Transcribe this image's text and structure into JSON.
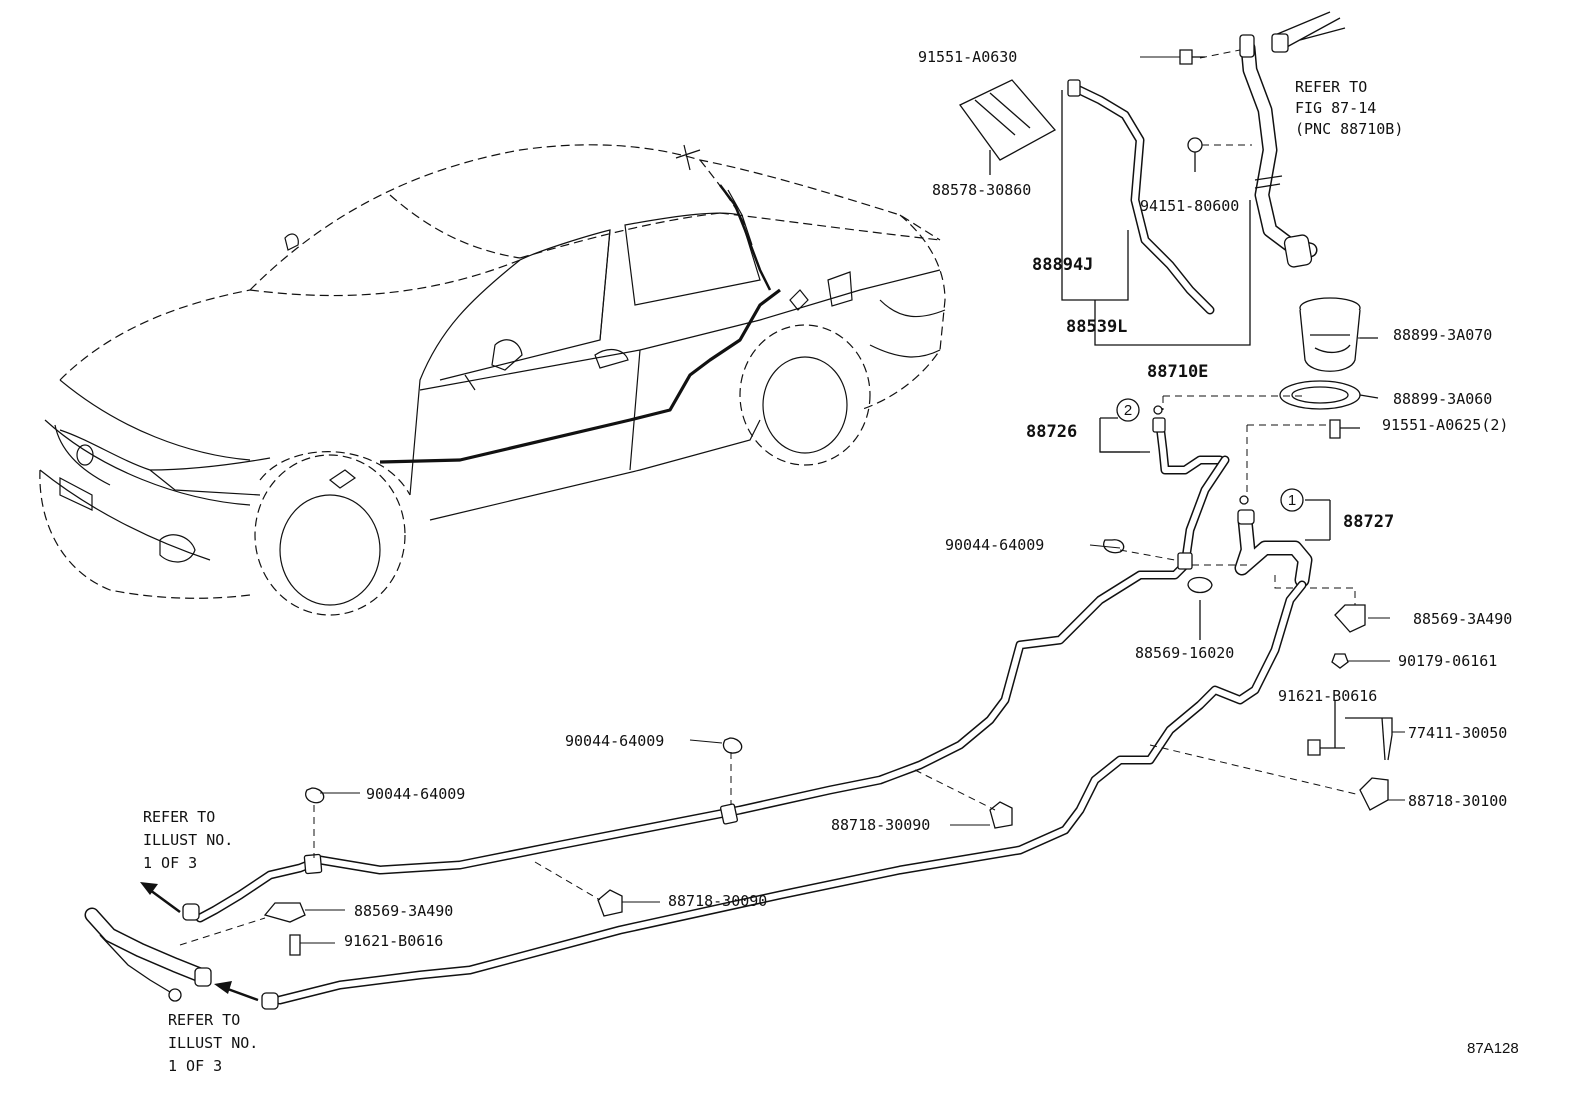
{
  "diagram_id": "87A128",
  "parts": {
    "p_91551_A0630": "91551-A0630",
    "p_88578_30860": "88578-30860",
    "p_94151_80600": "94151-80600",
    "p_88894J": "88894J",
    "p_88539L": "88539L",
    "p_88710E": "88710E",
    "p_88899_3A070": "88899-3A070",
    "p_88899_3A060": "88899-3A060",
    "p_91551_A0625": "91551-A0625(2)",
    "p_88726": "88726",
    "p_88727": "88727",
    "p_90044_64009_a": "90044-64009",
    "p_88569_16020": "88569-16020",
    "p_88569_3A490_a": "88569-3A490",
    "p_90179_06161": "90179-06161",
    "p_91621_B0616_a": "91621-B0616",
    "p_77411_30050": "77411-30050",
    "p_88718_30100": "88718-30100",
    "p_90044_64009_b": "90044-64009",
    "p_88718_30090_a": "88718-30090",
    "p_90044_64009_c": "90044-64009",
    "p_88569_3A490_b": "88569-3A490",
    "p_88718_30090_b": "88718-30090",
    "p_91621_B0616_b": "91621-B0616"
  },
  "callouts": {
    "c1": "1",
    "c2": "2"
  },
  "notes": {
    "top_refer": [
      "REFER TO",
      "FIG 87-14",
      "(PNC 88710B)"
    ],
    "left_refer_upper": [
      "REFER TO",
      "ILLUST NO.",
      "1 OF 3"
    ],
    "left_refer_lower": [
      "REFER TO",
      "ILLUST NO.",
      "1 OF 3"
    ]
  }
}
